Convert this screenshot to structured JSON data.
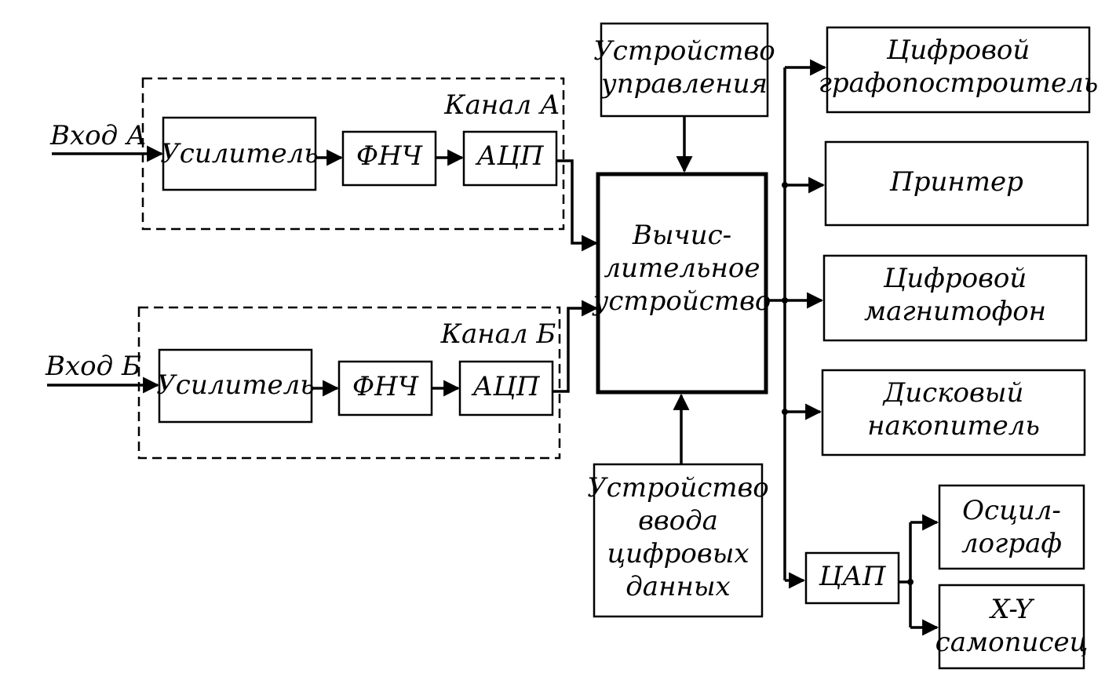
{
  "channel_a": {
    "input": "Вход А",
    "title": "Канал А",
    "amplifier": "Усилитель",
    "lpf": "ФНЧ",
    "adc": "АЦП"
  },
  "channel_b": {
    "input": "Вход Б",
    "title": "Канал Б",
    "amplifier": "Усилитель",
    "lpf": "ФНЧ",
    "adc": "АЦП"
  },
  "control_unit": [
    "Устройство",
    "управления"
  ],
  "computer": [
    "Вычис-",
    "лительное",
    "устройство"
  ],
  "digital_input": [
    "Устройство",
    "ввода",
    "цифровых",
    "данных"
  ],
  "outputs": {
    "plotter": [
      "Цифровой",
      "графопостроитель"
    ],
    "printer": [
      "Принтер"
    ],
    "recorder": [
      "Цифровой",
      "магнитофон"
    ],
    "disk": [
      "Дисковый",
      "накопитель"
    ],
    "dac": [
      "ЦАП"
    ],
    "oscilloscope": [
      "Осцил-",
      "лограф"
    ],
    "xy_recorder": [
      "X-Y",
      "самописец"
    ]
  }
}
